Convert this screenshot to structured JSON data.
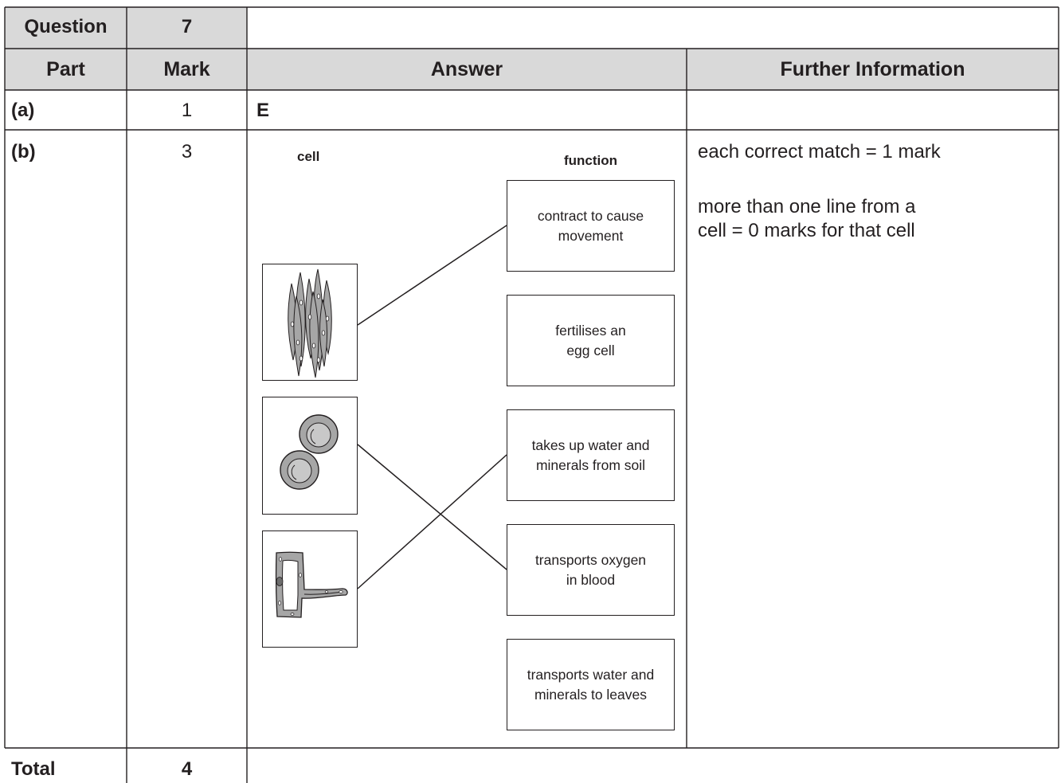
{
  "header": {
    "question_label": "Question",
    "question_number": "7",
    "part_label": "Part",
    "mark_label": "Mark",
    "answer_label": "Answer",
    "further_label": "Further Information"
  },
  "rows": [
    {
      "part": "(a)",
      "mark": "1",
      "answer": "E",
      "further": ""
    },
    {
      "part": "(b)",
      "mark": "3",
      "diagram": {
        "cell_heading": "cell",
        "function_heading": "function",
        "cells": [
          "muscle cells",
          "red blood cells",
          "root hair cell"
        ],
        "functions": [
          "contract to cause\nmovement",
          "fertilises an\negg cell",
          "takes up water and\nminerals from soil",
          "transports oxygen\nin blood",
          "transports water and\nminerals to leaves"
        ],
        "matches": [
          {
            "cell": "muscle cells",
            "function": "contract to cause movement"
          },
          {
            "cell": "red blood cells",
            "function": "transports oxygen in blood"
          },
          {
            "cell": "root hair cell",
            "function": "takes up water and minerals from soil"
          }
        ]
      },
      "further_1": "each correct match = 1 mark",
      "further_2": "more than one line from a\ncell = 0 marks for that cell"
    }
  ],
  "total": {
    "label": "Total",
    "mark": "4"
  },
  "colors": {
    "header_fill": "#d9d9d9",
    "ink": "#231f20",
    "cell_grey": "#a6a6a6"
  }
}
